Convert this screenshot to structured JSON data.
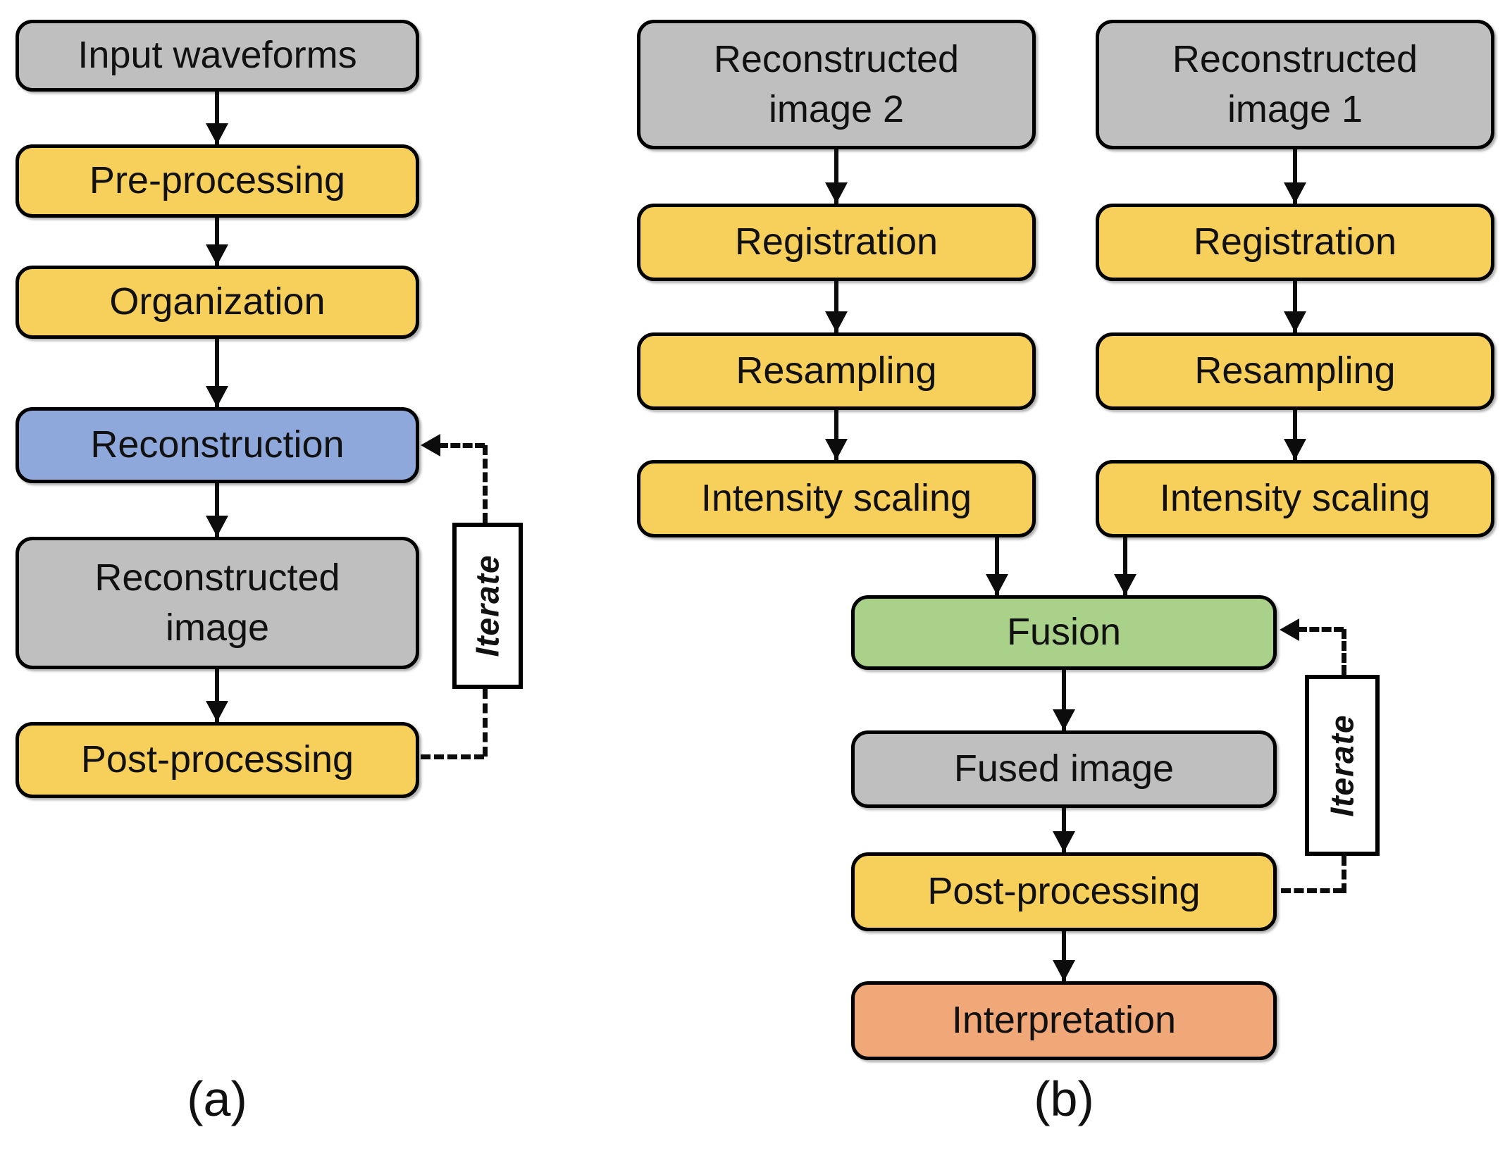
{
  "panel_a": {
    "caption": "(a)",
    "nodes": {
      "input_waveforms": "Input waveforms",
      "pre_processing": "Pre-processing",
      "organization": "Organization",
      "reconstruction": "Reconstruction",
      "reconstructed_image": "Reconstructed image",
      "post_processing": "Post-processing",
      "iterate_label": "Iterate"
    }
  },
  "panel_b": {
    "caption": "(b)",
    "nodes": {
      "reconstructed_image_2": "Reconstructed image 2",
      "reconstructed_image_1": "Reconstructed image 1",
      "registration_left": "Registration",
      "registration_right": "Registration",
      "resampling_left": "Resampling",
      "resampling_right": "Resampling",
      "intensity_scaling_left": "Intensity scaling",
      "intensity_scaling_right": "Intensity scaling",
      "fusion": "Fusion",
      "fused_image": "Fused image",
      "post_processing": "Post-processing",
      "interpretation": "Interpretation",
      "iterate_label": "Iterate"
    }
  },
  "colors": {
    "data_gray": "#BFBFBF",
    "process_yellow": "#F7CF5B",
    "reconstruction_blue": "#8FA8DB",
    "fusion_green": "#A9D18A",
    "interpretation_orange": "#F0A878",
    "line_black": "#0c0c0c",
    "iterate_white": "#FFFFFF"
  }
}
